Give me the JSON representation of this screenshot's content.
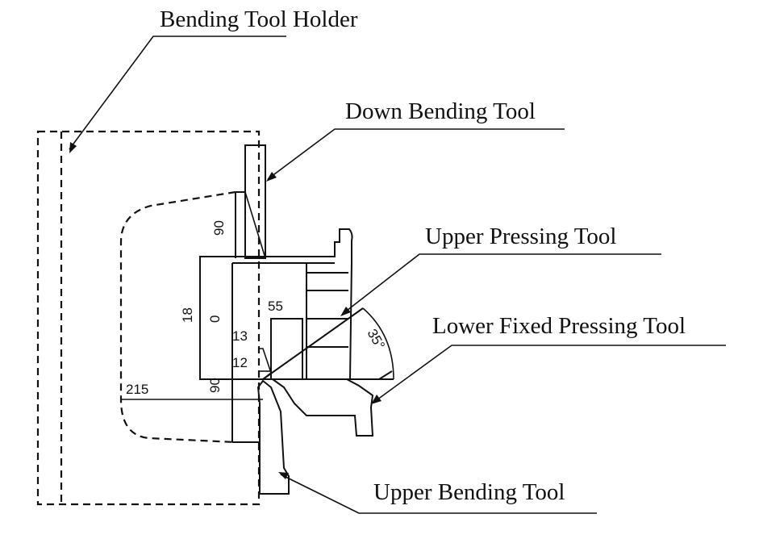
{
  "labels": {
    "bending_tool_holder": "Bending Tool Holder",
    "down_bending_tool": "Down Bending Tool",
    "upper_pressing_tool": "Upper Pressing Tool",
    "lower_fixed_pressing_tool": "Lower Fixed Pressing Tool",
    "upper_bending_tool": "Upper Bending Tool"
  },
  "dimensions": {
    "d90_top": "90",
    "d18": "18",
    "d0": "0",
    "d55": "55",
    "d13": "13",
    "d12": "12",
    "d90_bottom": "90",
    "d215": "215",
    "angle": "35°"
  }
}
